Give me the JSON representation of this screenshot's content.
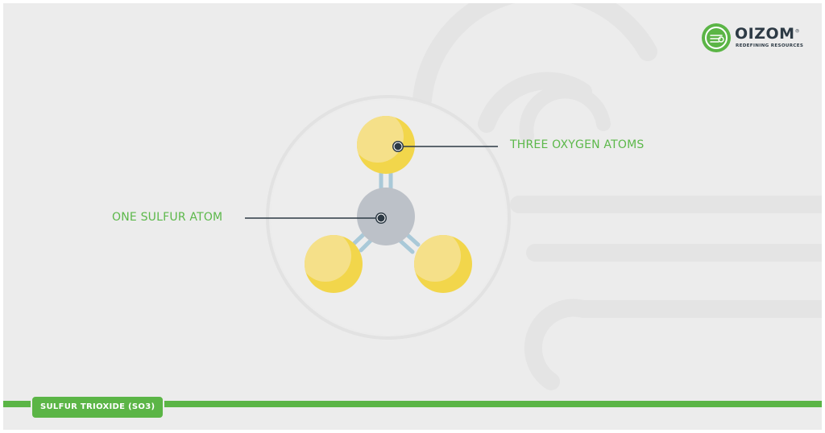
{
  "brand": {
    "name": "OIZOM",
    "registered_mark": "®",
    "tagline": "REDEFINING RESOURCES",
    "color": "#5bb546"
  },
  "diagram": {
    "labels": {
      "oxygen": "THREE OXYGEN ATOMS",
      "sulfur": "ONE SULFUR ATOM"
    },
    "atoms": [
      {
        "element": "oxygen",
        "color": "#f2d64b"
      },
      {
        "element": "oxygen",
        "color": "#f2d64b"
      },
      {
        "element": "oxygen",
        "color": "#f2d64b"
      },
      {
        "element": "sulfur",
        "color": "#bcc1c8"
      }
    ],
    "bond_color": "#a9c9d8",
    "label_color": "#5cb84a"
  },
  "footer": {
    "title": "SULFUR TRIOXIDE (SO3)",
    "color": "#5bb546"
  }
}
